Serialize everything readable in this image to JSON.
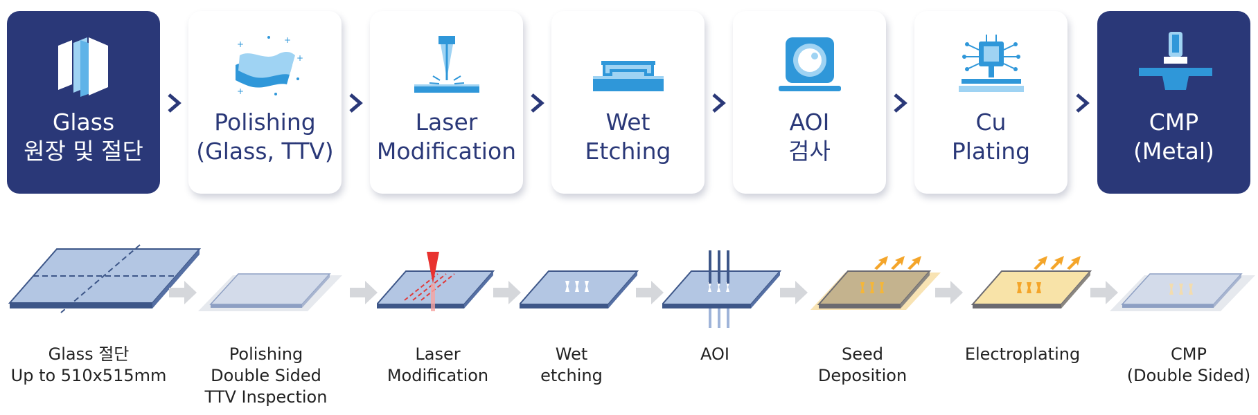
{
  "colors": {
    "navy": "#2a3878",
    "blue": "#2f97d9",
    "light_blue": "#9fd3f3",
    "glass": "#b3c6e3",
    "glass_edge": "#3d5688"
  },
  "steps": [
    {
      "line1": "Glass",
      "line2": "원장 및 절단",
      "style": "dark",
      "icon": "glass-sheets-icon"
    },
    {
      "line1": "Polishing",
      "line2": "(Glass, TTV)",
      "style": "light",
      "icon": "polishing-cloth-icon"
    },
    {
      "line1": "Laser",
      "line2": "Modification",
      "style": "light",
      "icon": "laser-beam-icon"
    },
    {
      "line1": "Wet",
      "line2": "Etching",
      "style": "light",
      "icon": "etching-tank-icon"
    },
    {
      "line1": "AOI",
      "line2": "검사",
      "style": "light",
      "icon": "inspection-camera-icon"
    },
    {
      "line1": "Cu",
      "line2": "Plating",
      "style": "light",
      "icon": "chip-plating-icon"
    },
    {
      "line1": "CMP",
      "line2": "(Metal)",
      "style": "dark",
      "icon": "cmp-tool-icon"
    }
  ],
  "process": [
    {
      "lines": [
        "Glass 절단",
        "Up to 510x515mm"
      ]
    },
    {
      "lines": [
        "Polishing",
        "Double Sided",
        "TTV Inspection"
      ]
    },
    {
      "lines": [
        "Laser",
        "Modification"
      ]
    },
    {
      "lines": [
        "Wet",
        "etching"
      ]
    },
    {
      "lines": [
        "AOI"
      ]
    },
    {
      "lines": [
        "Seed",
        "Deposition"
      ]
    },
    {
      "lines": [
        "Electroplating"
      ]
    },
    {
      "lines": [
        "CMP",
        "(Double Sided)"
      ]
    }
  ]
}
